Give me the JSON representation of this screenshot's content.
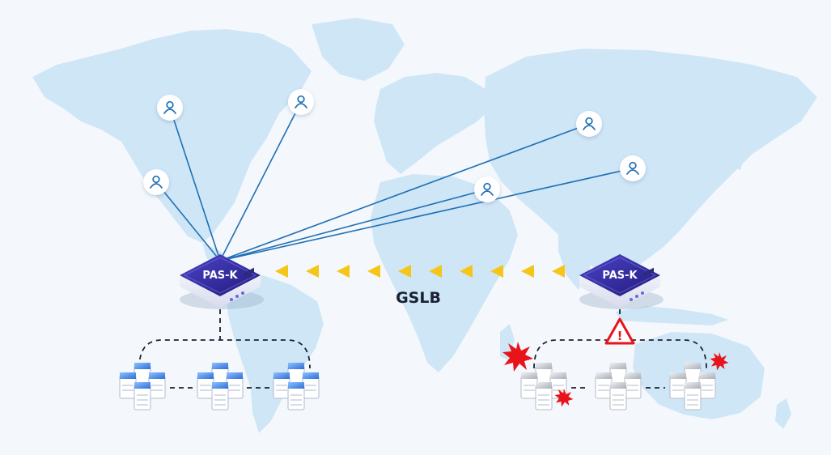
{
  "colors": {
    "background": "#f4f8fc",
    "land": "#cfe6f7",
    "link_line": "#1f6fb5",
    "arrow": "#f5c518",
    "device_top": "#3a2fa8",
    "server_healthy": "#3f7fe0",
    "server_failed": "#b9bec6",
    "alert_red": "#e8141b"
  },
  "devices": [
    {
      "id": "primary",
      "label": "PAS-K",
      "status": "active"
    },
    {
      "id": "secondary",
      "label": "PAS-K",
      "status": "failed"
    }
  ],
  "gslb": {
    "label": "GSLB"
  },
  "users": {
    "count": 6,
    "icon": "user-icon"
  },
  "server_groups": {
    "primary": {
      "count": 3,
      "status": "healthy"
    },
    "secondary": {
      "count": 3,
      "status": "failed"
    }
  },
  "alert": {
    "icon": "warning-triangle-icon",
    "symbol": "!"
  }
}
